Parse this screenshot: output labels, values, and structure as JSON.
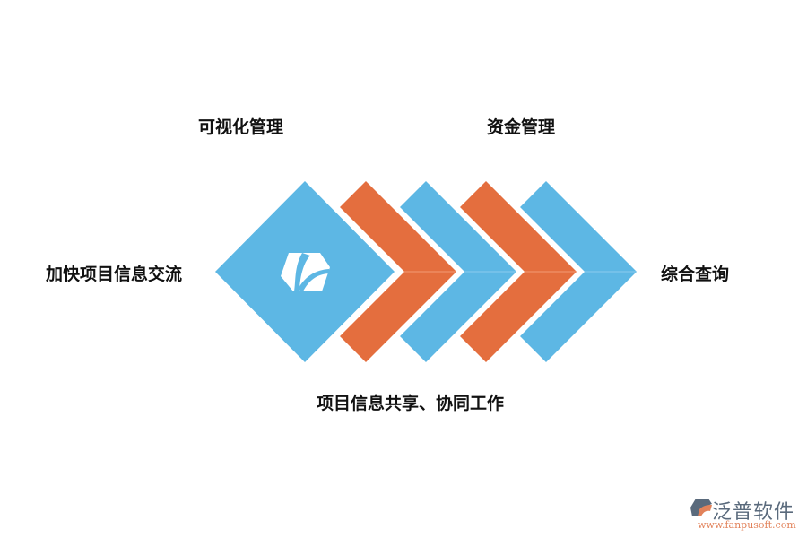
{
  "labels": {
    "top_left": "可视化管理",
    "top_right": "资金管理",
    "left": "加快项目信息交流",
    "right": "综合查询",
    "bottom": "项目信息共享、协同工作"
  },
  "colors": {
    "blue": "#5db7e4",
    "orange": "#e46e3e",
    "text": "#111111"
  },
  "center_icon": "fanpu-logo-icon",
  "watermark": {
    "brand": "泛普软件",
    "url": "www.fanpusoft.com"
  }
}
